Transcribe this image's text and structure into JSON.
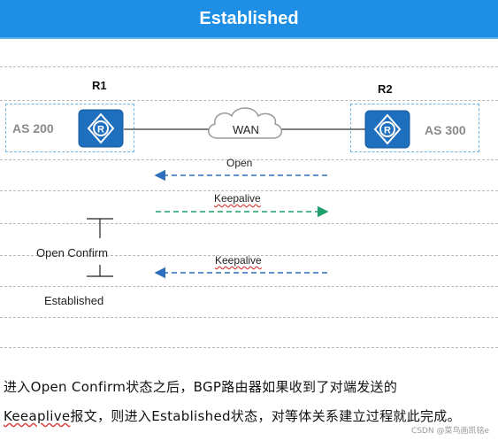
{
  "title": "Established",
  "routers": {
    "r1": {
      "label": "R1",
      "as": "AS 200"
    },
    "r2": {
      "label": "R2",
      "as": "AS 300"
    }
  },
  "wan_label": "WAN",
  "messages": [
    {
      "label": "Open",
      "direction": "right-to-left",
      "color": "#2e6fbd"
    },
    {
      "label": "Keepalive",
      "direction": "left-to-right",
      "color": "#1e9e6a"
    },
    {
      "label": "Keepalive",
      "direction": "right-to-left",
      "color": "#2e6fbd"
    }
  ],
  "states": {
    "open_confirm": "Open Confirm",
    "established": "Established"
  },
  "caption": {
    "line1": "进入Open  Confirm状态之后，BGP路由器如果收到了对端发送的",
    "line2_keyword": "Keeaplive",
    "line2_rest": "报文，则进入Established状态，对等体关系建立过程就此完成。"
  },
  "watermark": "CSDN @菜鸟画凯铭e",
  "colors": {
    "title_bar": "#1f8fe6",
    "router_fill": "#1f6fbf",
    "as_border": "#6cb6ec"
  }
}
